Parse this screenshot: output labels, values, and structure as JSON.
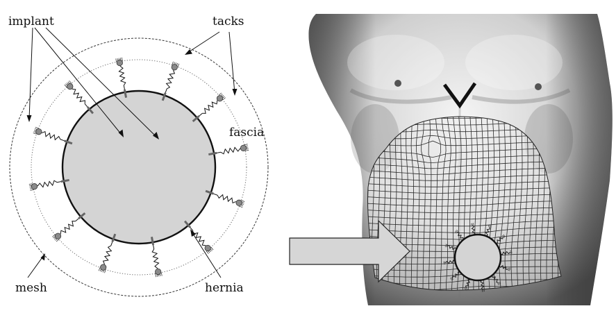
{
  "labels": {
    "implant": "implant",
    "tacks": "tacks",
    "fascia": "fascia",
    "mesh": "mesh",
    "hernia": "hernia"
  },
  "colors": {
    "implant_fill": "#d4d4d4",
    "tack_fill": "#8a8a8a",
    "arrow_fill": "#d6d6d6",
    "mesh_line": "#2a2a2a",
    "skin_light": "#f2f2f2",
    "skin_dark": "#6e6e6e"
  },
  "icons": {
    "tack": "tack-pin-icon",
    "spring": "spring-zigzag-icon",
    "arrow": "block-arrow-icon",
    "xiphoid_marker": "v-marker-icon"
  },
  "spring_count": 12,
  "mini_spring_count": 12
}
